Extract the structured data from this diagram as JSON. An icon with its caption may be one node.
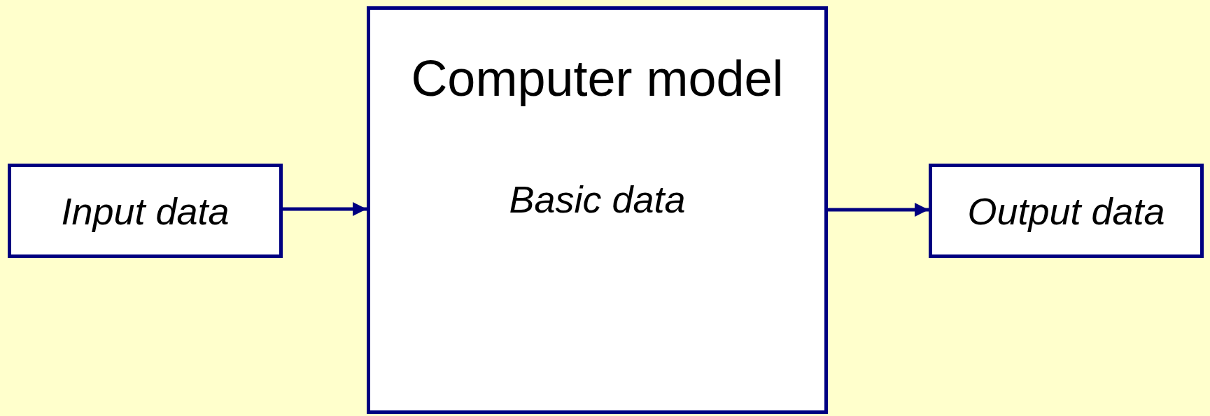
{
  "diagram": {
    "nodes": [
      {
        "text": [
          "Input data"
        ]
      },
      {
        "text": [
          "Computer model",
          "Basic data"
        ]
      },
      {
        "text": [
          "Output data"
        ]
      }
    ],
    "edges": [
      {
        "from": 0,
        "to": 1,
        "arrow": "to"
      },
      {
        "from": 1,
        "to": 2,
        "arrow": "to"
      }
    ]
  }
}
